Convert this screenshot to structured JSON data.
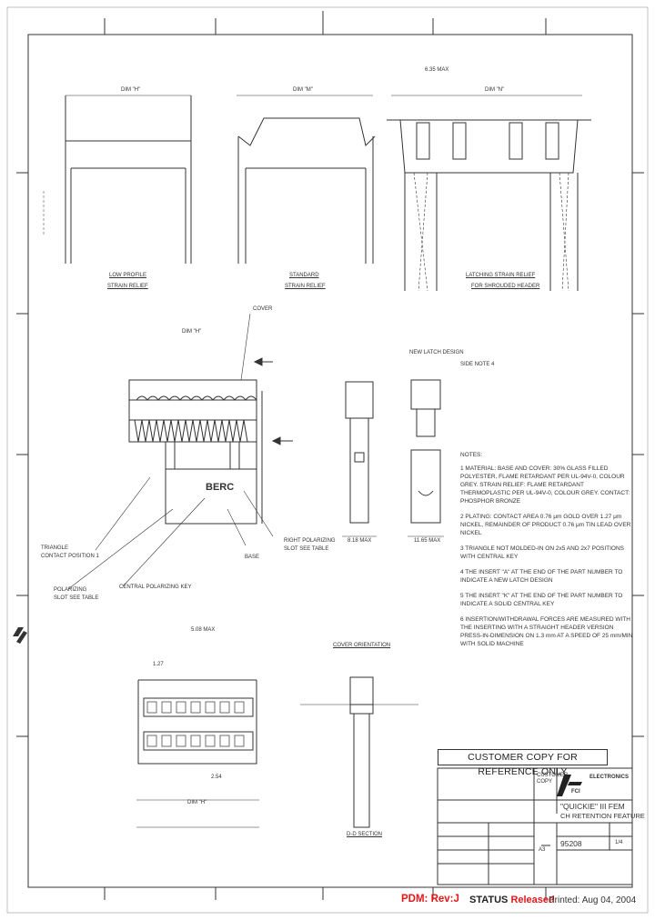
{
  "drawing": {
    "views": {
      "low_profile": "LOW PROFILE",
      "low_profile_sub": "STRAIN RELIEF",
      "standard": "STANDARD",
      "standard_sub": "STRAIN RELIEF",
      "latching": "LATCHING STRAIN RELIEF",
      "latching_sub": "FOR SHROUDED HEADER"
    },
    "callouts": {
      "cover": "COVER",
      "dim_h": "DIM \"H\"",
      "dim_m": "DIM \"M\"",
      "dim_n": "DIM \"N\"",
      "max_top": "6.35 MAX",
      "triangle": "TRIANGLE",
      "contact_position": "CONTACT POSITION 1",
      "polarizing": "POLARIZING",
      "slot_see_table_left": "SLOT SEE TABLE",
      "central_key": "CENTRAL POLARIZING KEY",
      "base": "BASE",
      "right_polarizing": "RIGHT POLARIZING",
      "slot_see_table_right": "SLOT SEE TABLE",
      "new_latch": "NEW LATCH DESIGN",
      "side_note": "SIDE NOTE 4",
      "dim_818": "8.18 MAX",
      "dim_1165": "11.65 MAX",
      "cover_orientation": "COVER ORIENTATION",
      "section": "D-D SECTION",
      "max_bottom": "5.08 MAX",
      "dim_254": "2.54",
      "dim_127": "1.27",
      "brand": "BERC"
    },
    "notes_title": "NOTES:",
    "notes": [
      "1  MATERIAL: BASE AND COVER: 30% GLASS FILLED POLYESTER, FLAME RETARDANT PER UL-94V-0, COLOUR GREY. STRAIN RELIEF: FLAME RETARDANT THERMOPLASTIC PER UL-94V-0, COLOUR GREY. CONTACT: PHOSPHOR BRONZE",
      "2  PLATING: CONTACT AREA 0.76 μm GOLD OVER 1.27 μm NICKEL, REMAINDER OF PRODUCT 0.76 μm TIN LEAD OVER NICKEL",
      "3  TRIANGLE NOT MOLDED-IN ON 2x5 AND 2x7 POSITIONS WITH CENTRAL KEY",
      "4  THE INSERT \"A\" AT THE END OF THE PART NUMBER TO INDICATE A NEW LATCH DESIGN",
      "5  THE INSERT \"K\" AT THE END OF THE PART NUMBER TO INDICATE A SOLID CENTRAL KEY",
      "6  INSERTION/WITHDRAWAL FORCES ARE MEASURED WITH THE INSERTING WITH A STRAIGHT HEADER VERSION PRESS-IN-DIMENSION ON 1.3 mm AT A SPEED OF 25 mm/MIN WITH SOLID MACHINE"
    ],
    "banner": "CUSTOMER COPY FOR REFERENCE ONLY",
    "title_block": {
      "customer_copy": "CUSTOMER COPY",
      "company": "ELECTRONICS",
      "logo_text": "FCI",
      "title_line1": "\"QUICKIE\" III FEM",
      "title_line2": "CH RETENTION FEATURE",
      "part_number": "95208",
      "size": "A3",
      "sheet": "1/4"
    }
  },
  "footer": {
    "pdm": "PDM: Rev:J",
    "status_label": "STATUS",
    "status_value": "Released",
    "printed": "Printed: Aug 04, 2004"
  },
  "colors": {
    "status_red": "#e4171b",
    "line": "#333333"
  }
}
